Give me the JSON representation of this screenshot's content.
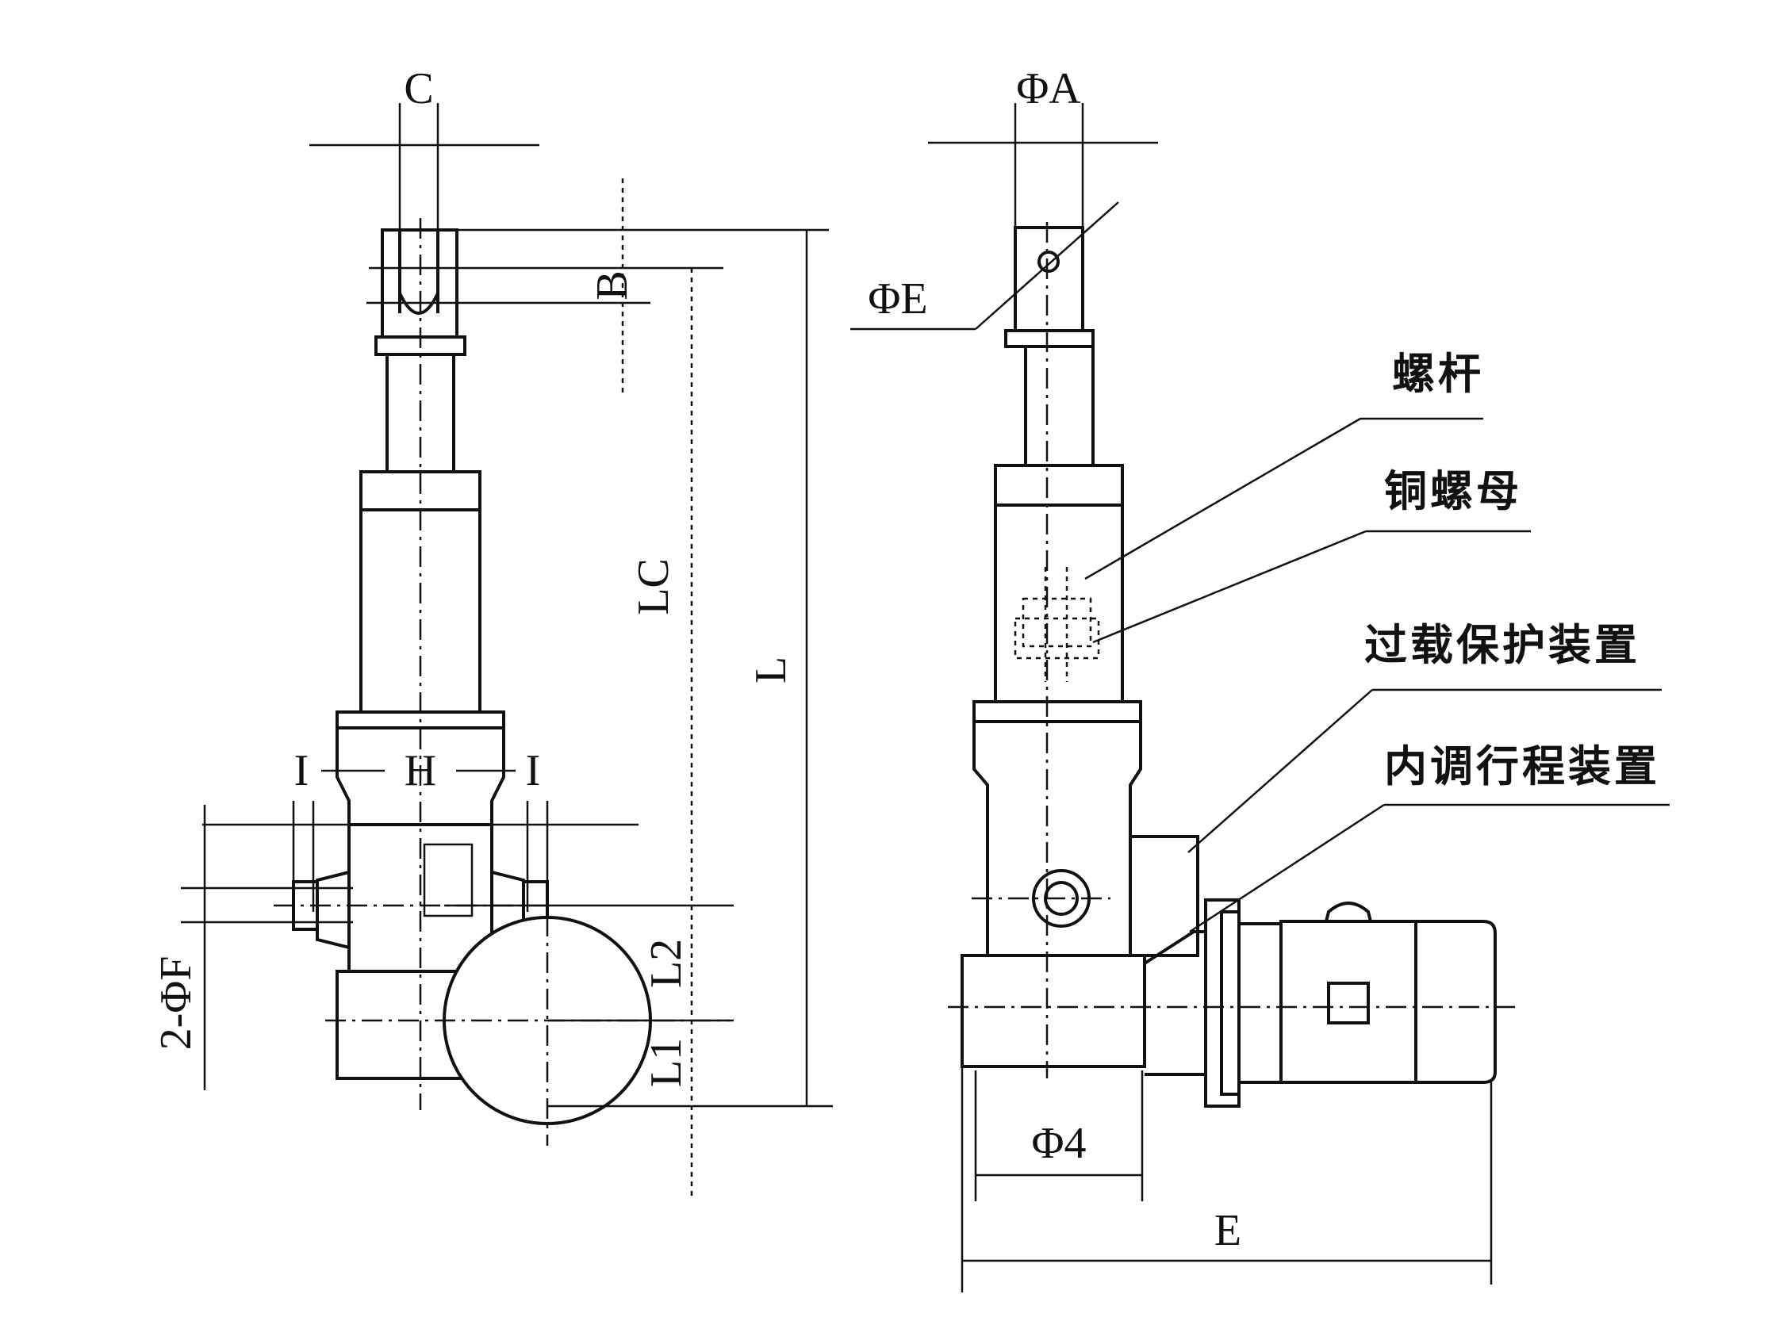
{
  "left_view": {
    "dim_C": "C",
    "dim_B": "B",
    "dim_LC": "LC",
    "dim_L": "L",
    "dim_I_left": "I",
    "dim_H": "H",
    "dim_I_right": "I",
    "dim_L2": "L2",
    "dim_L1": "L1",
    "dim_F": "2-ΦF"
  },
  "right_view": {
    "dim_A": "ΦA",
    "dim_E_top": "ΦE",
    "dim_4": "Φ4",
    "dim_E_bottom": "E"
  },
  "callouts": {
    "screw_rod": "螺杆",
    "copper_nut": "铜螺母",
    "overload_protection": "过载保护装置",
    "stroke_adjust": "内调行程装置"
  }
}
